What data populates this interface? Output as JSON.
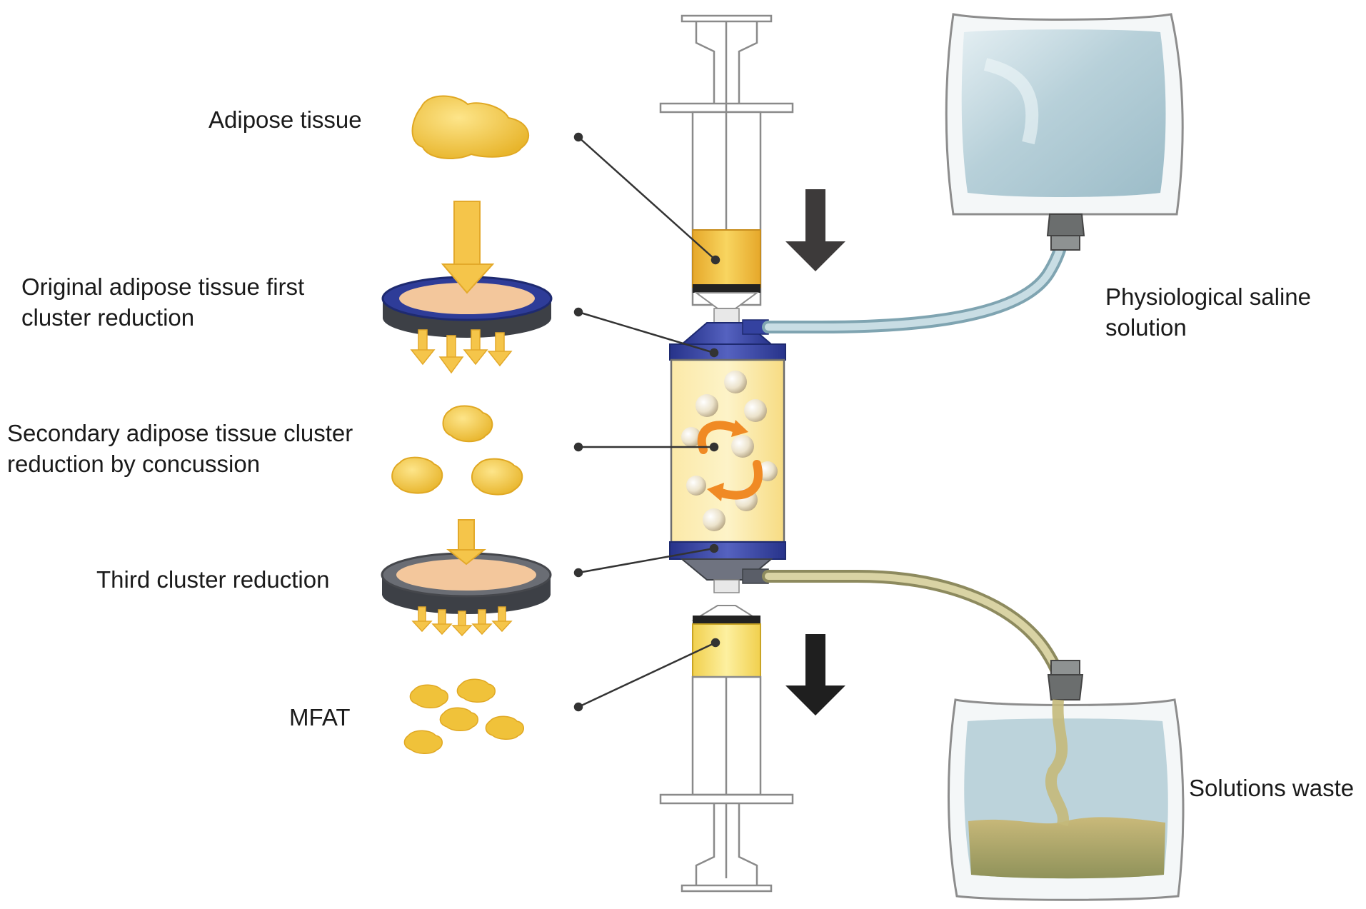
{
  "labels": {
    "adipose_tissue": "Adipose tissue",
    "first_reduction": [
      "Original adipose tissue first",
      "cluster reduction"
    ],
    "secondary_reduction": [
      "Secondary adipose tissue cluster",
      "reduction by concussion"
    ],
    "third_reduction": "Third cluster reduction",
    "mfat": "MFAT",
    "saline": [
      "Physiological saline",
      "solution"
    ],
    "waste": "Solutions waste"
  },
  "colors": {
    "fat_yellow": "#f2c53d",
    "fat_light": "#fbe9a8",
    "filter_blue": "#2e3c98",
    "filter_grey": "#55585f",
    "filter_mesh": "#f3c79c",
    "saline_blue": "#b9d3dc",
    "waste_green": "#a9a56a",
    "arrow_dark": "#3d3a3a",
    "line": "#333333"
  },
  "icons": [
    "down-arrow-icon",
    "circular-arrow-icon"
  ]
}
